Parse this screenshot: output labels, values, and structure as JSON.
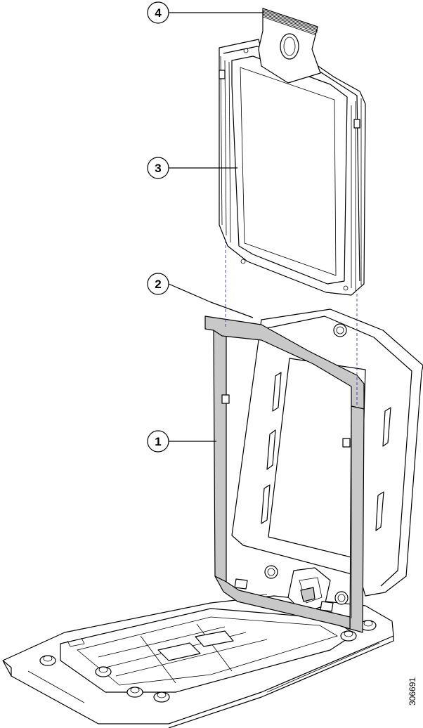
{
  "callouts": [
    {
      "label": "4"
    },
    {
      "label": "3"
    },
    {
      "label": "2"
    },
    {
      "label": "1"
    }
  ],
  "figure_id": "306691",
  "colors": {
    "line": "#000000",
    "frame_fill": "#c8c8c8",
    "guide_line": "#3b3bb0",
    "background": "#ffffff"
  }
}
